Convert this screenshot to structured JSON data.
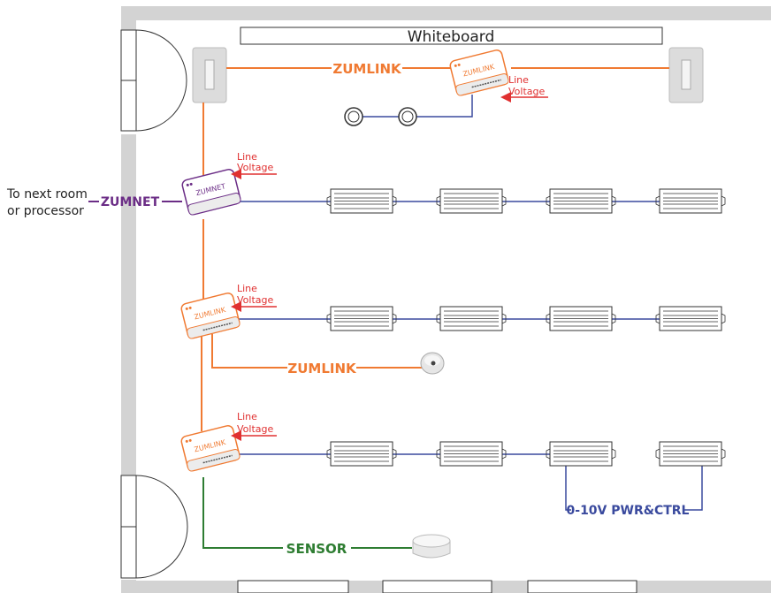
{
  "whiteboard": "Whiteboard",
  "external": {
    "line1": "To next room",
    "line2": "or processor",
    "link": "ZUMNET"
  },
  "labels": {
    "zumlink_top": "ZUMLINK",
    "zumlink_mid": "ZUMLINK",
    "sensor": "SENSOR",
    "control": "0-10V PWR&CTRL",
    "line": "Line",
    "voltage": "Voltage"
  },
  "devices": {
    "zumnet": "ZUMNET",
    "zumlink": "ZUMLINK"
  },
  "colors": {
    "wall": "#d3d3d3",
    "orange": "#f07a32",
    "blue": "#3a4a9e",
    "purple": "#6b2d86",
    "green": "#2e7d32",
    "red": "#e03030"
  }
}
